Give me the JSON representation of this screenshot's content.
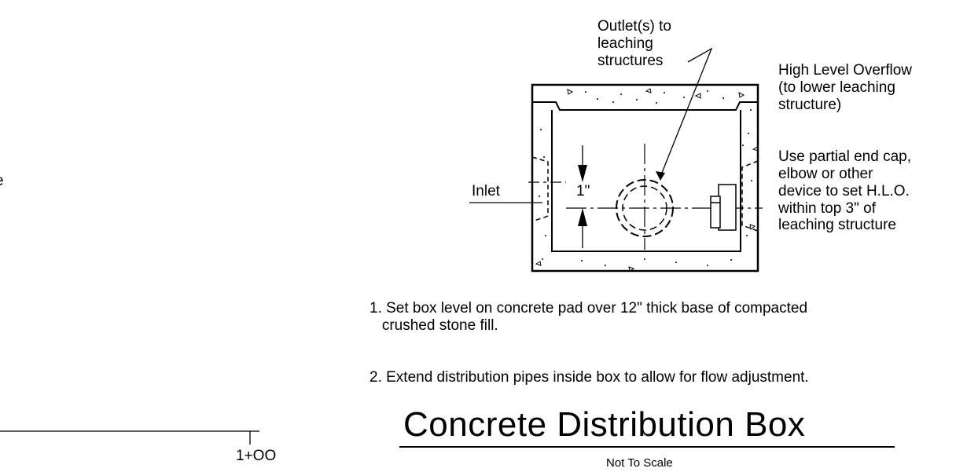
{
  "station_label": "1+OO",
  "edge_fragment": "e",
  "callouts": {
    "outlet": "Outlet(s) to\nleaching\nstructures",
    "hlo": "High Level Overflow\n(to lower leaching\nstructure)",
    "endcap": "Use partial end cap,\nelbow or other\ndevice to set H.L.O.\nwithin top 3\" of\nleaching structure",
    "inlet": "Inlet",
    "dimension": "1\""
  },
  "notes": [
    "1. Set box level on concrete pad over 12\" thick base of compacted\n   crushed stone fill.",
    "2. Extend distribution pipes inside box to allow for flow adjustment."
  ],
  "title": "Concrete Distribution Box",
  "subtitle": "Not To Scale"
}
